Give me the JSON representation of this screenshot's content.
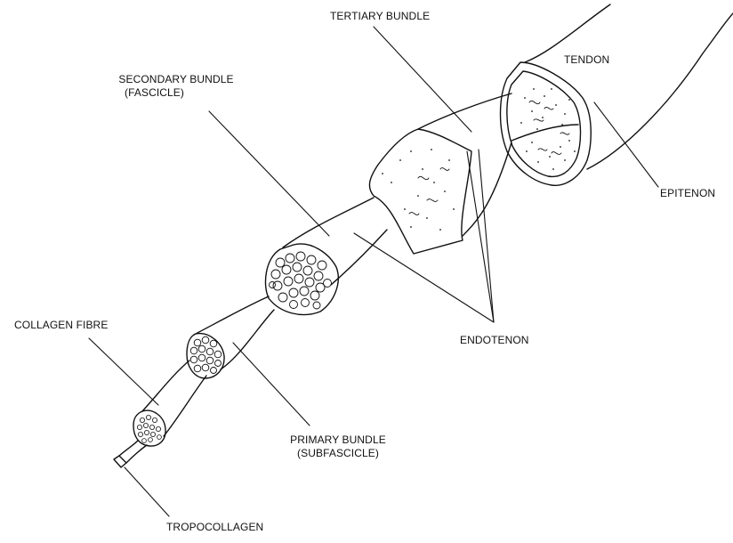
{
  "diagram": {
    "labels": {
      "tendon": "TENDON",
      "tertiary_bundle": "TERTIARY BUNDLE",
      "secondary_bundle_line1": "SECONDARY BUNDLE",
      "secondary_bundle_line2": "(FASCICLE)",
      "epitenon": "EPITENON",
      "endotenon": "ENDOTENON",
      "collagen_fibre": "COLLAGEN FIBRE",
      "primary_bundle_line1": "PRIMARY BUNDLE",
      "primary_bundle_line2": "(SUBFASCICLE)",
      "tropocollagen": "TROPOCOLLAGEN"
    },
    "colors": {
      "ink": "#111111",
      "background": "#ffffff"
    }
  }
}
